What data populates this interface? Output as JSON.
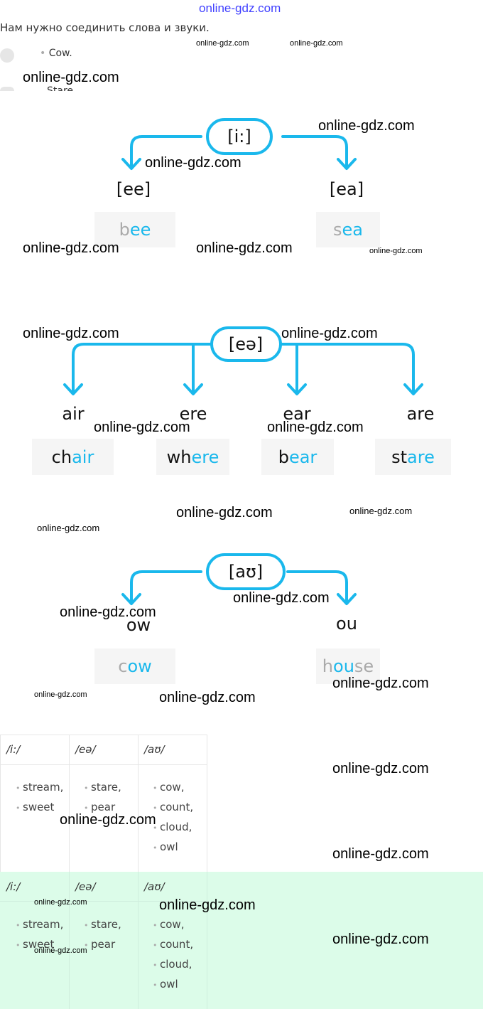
{
  "header_watermark": "online-gdz.com",
  "intro": "Нам нужно соединить слова и звуки.",
  "list": [
    "Cow.",
    "Stare"
  ],
  "diagram1": {
    "sound": "[i:]",
    "labels": [
      "[ee]",
      "[ea]"
    ],
    "words": [
      [
        "b",
        "ee"
      ],
      [
        "s",
        "ea"
      ]
    ]
  },
  "diagram2": {
    "sound": "[eə]",
    "labels": [
      "air",
      "ere",
      "ear",
      "are"
    ],
    "words": [
      [
        "ch",
        "air"
      ],
      [
        "wh",
        "ere"
      ],
      [
        "b",
        "ear"
      ],
      [
        "st",
        "are"
      ]
    ]
  },
  "diagram3": {
    "sound": "[aʊ]",
    "labels": [
      "ow",
      "ou"
    ],
    "words": [
      [
        "c",
        "ow",
        ""
      ],
      [
        "h",
        "ou",
        "se"
      ]
    ]
  },
  "table": {
    "headers": [
      "/i:/",
      "/eə/",
      "/aʊ/"
    ],
    "columns": [
      [
        "stream,",
        "sweet"
      ],
      [
        "stare,",
        "pear"
      ],
      [
        "cow,",
        "count,",
        "cloud,",
        "owl"
      ]
    ]
  },
  "answer_table": {
    "headers": [
      "/i:/",
      "/eə/",
      "/aʊ/"
    ],
    "columns": [
      [
        "stream,",
        "sweet"
      ],
      [
        "stare,",
        "pear"
      ],
      [
        "cow,",
        "count,",
        "cloud,",
        "owl"
      ]
    ]
  },
  "watermark": "online-gdz.com",
  "colors": {
    "accent": "#1ab8ec",
    "answer_bg": "#dcfce9"
  }
}
